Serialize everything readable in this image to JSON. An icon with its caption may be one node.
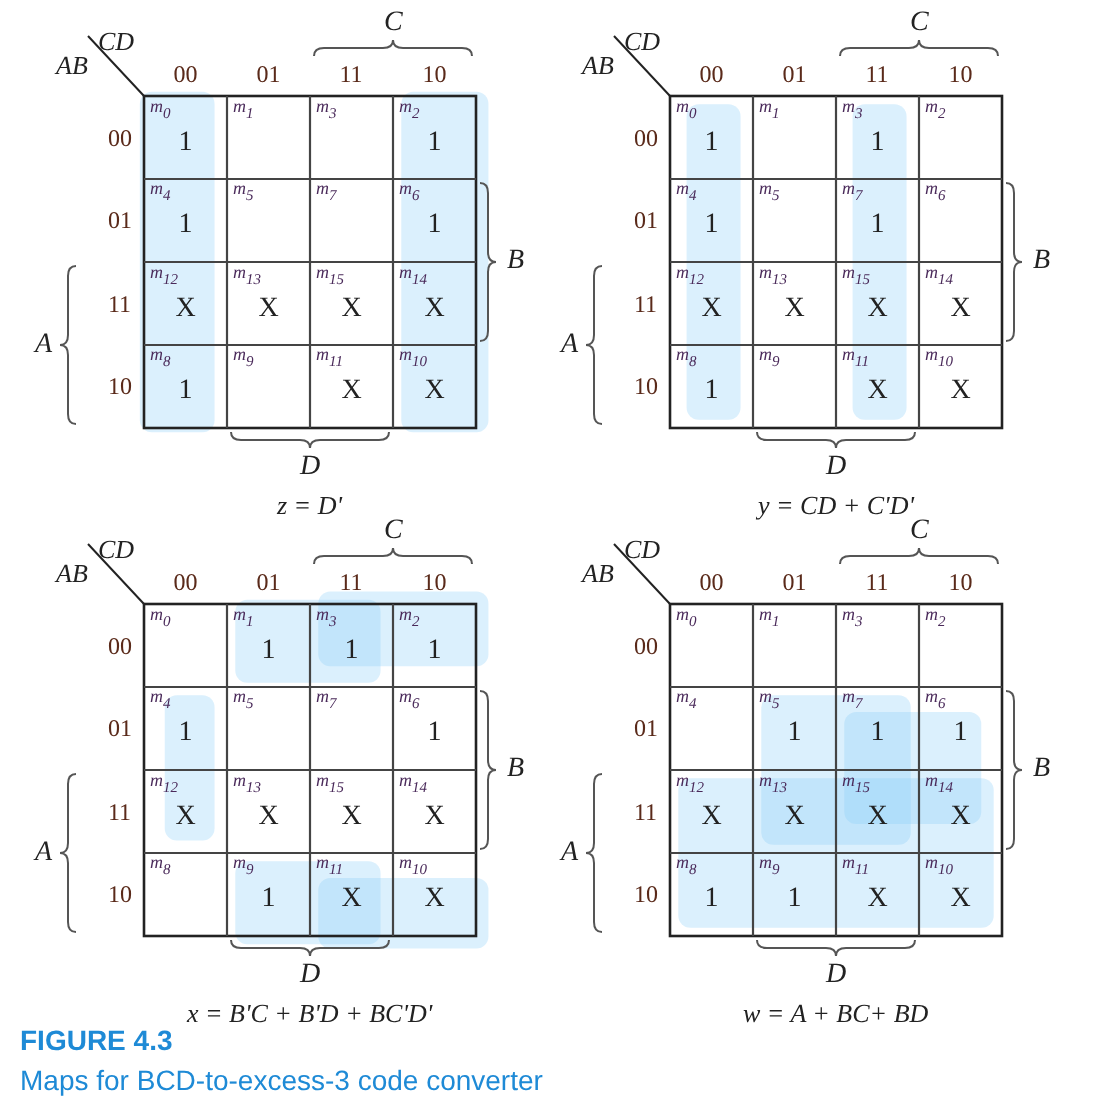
{
  "diagram": {
    "title": "FIGURE 4.3",
    "caption": "Maps for BCD-to-excess-3 code converter",
    "labels": [
      "C",
      "CD",
      "AB",
      "00",
      "01",
      "11",
      "10",
      "00",
      "m$_{0}$",
      "1",
      "m$_{1}$",
      "m$_{3}$",
      "m$_{2}$",
      "1",
      "01",
      "m$_{4}$",
      "1",
      "m$_{5}$",
      "m$_{7}$",
      "m$_{6}$",
      "1",
      "11",
      "m$_{12}$",
      "X",
      "m$_{13}$",
      "X",
      "m$_{15}$",
      "X",
      "m$_{14}$",
      "X",
      "10",
      "m$_{8}$",
      "1",
      "m$_{9}$",
      "m$_{11}$",
      "X",
      "m$_{10}$",
      "X",
      "B",
      "A",
      "D",
      "z = D'",
      "C",
      "CD",
      "AB",
      "00",
      "01",
      "11",
      "10",
      "00",
      "m$_{0}$",
      "1",
      "m$_{1}$",
      "m$_{3}$",
      "1",
      "m$_{2}$",
      "01",
      "m$_{4}$",
      "1",
      "m$_{5}$",
      "m$_{7}$",
      "1",
      "m$_{6}$",
      "11",
      "m$_{12}$",
      "X",
      "m$_{13}$",
      "X",
      "m$_{15}$",
      "X",
      "m$_{14}$",
      "X",
      "10",
      "m$_{8}$",
      "1",
      "m$_{9}$",
      "m$_{11}$",
      "X",
      "m$_{10}$",
      "X",
      "B",
      "A",
      "D",
      "y = CD + C'D'",
      "C",
      "CD",
      "AB",
      "00",
      "01",
      "11",
      "10",
      "00",
      "m$_{0}$",
      "m$_{1}$",
      "1",
      "m$_{3}$",
      "1",
      "m$_{2}$",
      "1",
      "01",
      "m$_{4}$",
      "1",
      "m$_{5}$",
      "m$_{7}$",
      "m$_{6}$",
      "1",
      "11",
      "m$_{12}$",
      "X",
      "m$_{13}$",
      "X",
      "m$_{15}$",
      "X",
      "m$_{14}$",
      "X",
      "10",
      "m$_{8}$",
      "m$_{9}$",
      "1",
      "m$_{11}$",
      "X",
      "m$_{10}$",
      "X",
      "B",
      "A",
      "D",
      "x = B'C + B'D + BC'D'",
      "C",
      "CD",
      "AB",
      "00",
      "01",
      "11",
      "10",
      "00",
      "m$_{0}$",
      "m$_{1}$",
      "m$_{3}$",
      "m$_{2}$",
      "01",
      "m$_{4}$",
      "m$_{5}$",
      "1",
      "m$_{7}$",
      "1",
      "m$_{6}$",
      "1",
      "11",
      "m$_{12}$",
      "X",
      "m$_{13}$",
      "X",
      "m$_{15}$",
      "X",
      "m$_{14}$",
      "X",
      "10",
      "m$_{8}$",
      "1",
      "m$_{9}$",
      "1",
      "m$_{11}$",
      "X",
      "m$_{10}$",
      "X",
      "B",
      "A",
      "D",
      "w = A + BC+ BD"
    ]
  }
}
